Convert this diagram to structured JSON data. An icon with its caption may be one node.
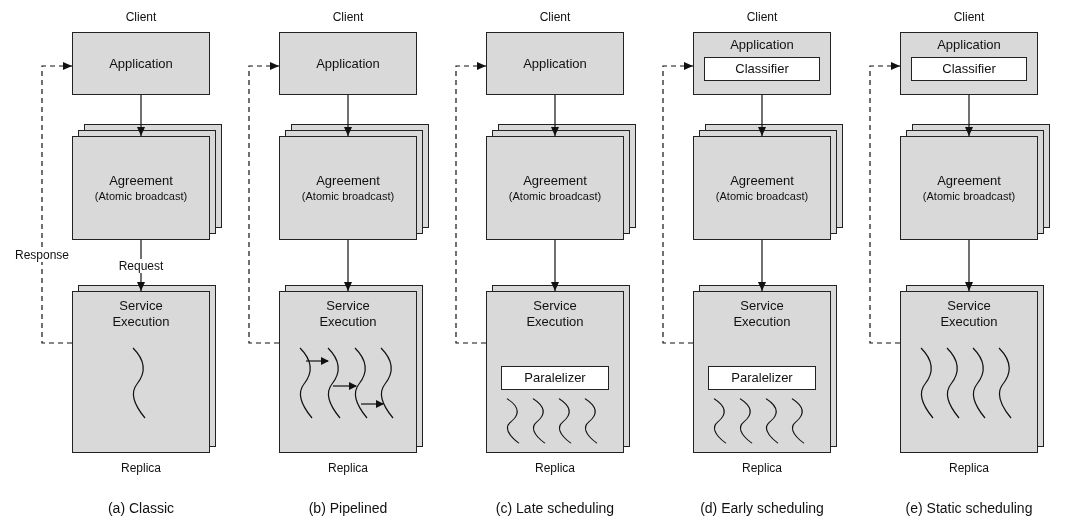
{
  "diagram": {
    "nodes": [
      {
        "text": [
          "Application"
        ],
        "beside": [
          "Client"
        ]
      },
      {
        "text": [
          "Agreement",
          "(Atomic broadcast)"
        ]
      },
      {
        "text": [
          "Service Execution"
        ],
        "beside": [
          "Replica"
        ]
      },
      {
        "text": [
          "Application"
        ],
        "beside": [
          "Client"
        ]
      },
      {
        "text": [
          "Agreement",
          "(Atomic broadcast)"
        ]
      },
      {
        "text": [
          "Service Execution"
        ],
        "beside": [
          "Replica"
        ]
      },
      {
        "text": [
          "Application"
        ],
        "beside": [
          "Client"
        ]
      },
      {
        "text": [
          "Agreement",
          "(Atomic broadcast)"
        ]
      },
      {
        "text": [
          "Service Execution"
        ],
        "beside": [
          "Replica"
        ]
      },
      {
        "text": [
          "Paralelizer"
        ],
        "in": 8
      },
      {
        "text": [
          "Application"
        ],
        "beside": [
          "Client"
        ]
      },
      {
        "text": [
          "Classifier"
        ],
        "in": 10
      },
      {
        "text": [
          "Agreement",
          "(Atomic broadcast)"
        ]
      },
      {
        "text": [
          "Service Execution"
        ],
        "beside": [
          "Replica"
        ]
      },
      {
        "text": [
          "Paralelizer"
        ],
        "in": 13
      },
      {
        "text": [
          "Application"
        ],
        "beside": [
          "Client"
        ]
      },
      {
        "text": [
          "Classifier"
        ],
        "in": 15
      },
      {
        "text": [
          "Agreement",
          "(Atomic broadcast)"
        ]
      },
      {
        "text": [
          "Service Execution"
        ],
        "beside": [
          "Replica"
        ]
      }
    ],
    "edges": [
      {
        "from": 0,
        "to": 1,
        "arrow": "to"
      },
      {
        "from": 1,
        "to": 2,
        "arrow": "to",
        "label": "Request"
      },
      {
        "from": 2,
        "to": 0,
        "arrow": "to",
        "style": "dashed",
        "label": "Response"
      },
      {
        "from": 3,
        "to": 4,
        "arrow": "to"
      },
      {
        "from": 4,
        "to": 5,
        "arrow": "to"
      },
      {
        "from": 5,
        "to": 3,
        "arrow": "to",
        "style": "dashed"
      },
      {
        "from": 6,
        "to": 7,
        "arrow": "to"
      },
      {
        "from": 7,
        "to": 8,
        "arrow": "to"
      },
      {
        "from": 8,
        "to": 6,
        "arrow": "to",
        "style": "dashed"
      },
      {
        "from": 10,
        "to": 12,
        "arrow": "to"
      },
      {
        "from": 12,
        "to": 13,
        "arrow": "to"
      },
      {
        "from": 13,
        "to": 10,
        "arrow": "to",
        "style": "dashed"
      },
      {
        "from": 15,
        "to": 17,
        "arrow": "to"
      },
      {
        "from": 17,
        "to": 18,
        "arrow": "to"
      },
      {
        "from": 18,
        "to": 15,
        "arrow": "to",
        "style": "dashed"
      }
    ],
    "labels": [
      "(a) Classic",
      "(b) Pipelined",
      "(c) Late scheduling",
      "(d) Early scheduling",
      "(e) Static scheduling"
    ]
  }
}
